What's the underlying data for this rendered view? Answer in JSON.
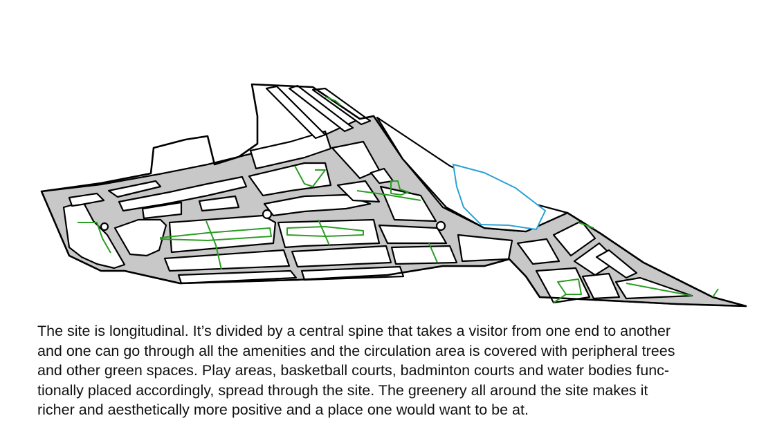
{
  "colors": {
    "outline": "#000000",
    "road_fill": "#c8c8c8",
    "green_space": "#2a9d22",
    "water_body": "#2aa1d6",
    "background": "#ffffff"
  },
  "caption": {
    "lines": [
      "The site is longitudinal. It’s divided by a central spine that takes a visitor from one end to another",
      "and one can go through all the amenities and the circulation area is covered with peripheral trees",
      "and other green spaces. Play areas, basketball courts, badminton courts and water bodies func-",
      "tionally placed accordingly, spread through the site. The greenery all around the site makes it",
      "richer and aesthetically more positive and a place one would want to be at."
    ]
  }
}
